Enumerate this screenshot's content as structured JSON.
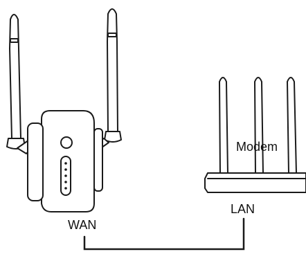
{
  "labels": {
    "modem": "Modem",
    "lan": "LAN",
    "wan": "WAN"
  },
  "colors": {
    "line": "#1a1a1a",
    "fill": "#ffffff"
  },
  "icons": [
    "wifi-extender-icon",
    "modem-router-icon",
    "ethernet-cable-icon"
  ]
}
